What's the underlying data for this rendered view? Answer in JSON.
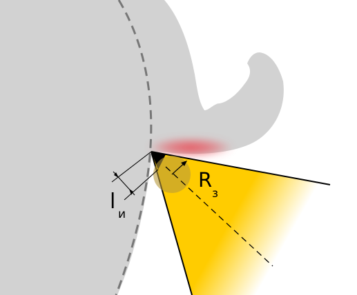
{
  "labels": {
    "radius_main": "R",
    "radius_sub": "з",
    "length_main": "l",
    "length_sub": "и"
  },
  "colors": {
    "background": "#ffffff",
    "workpiece": "#d2d2d2",
    "tool_yellow": "#ffcc00",
    "contact_zone_red": "#e8505a",
    "edge_circle": "#b89a3a",
    "tool_tip": "#000000",
    "dashed_line": "#777777"
  }
}
